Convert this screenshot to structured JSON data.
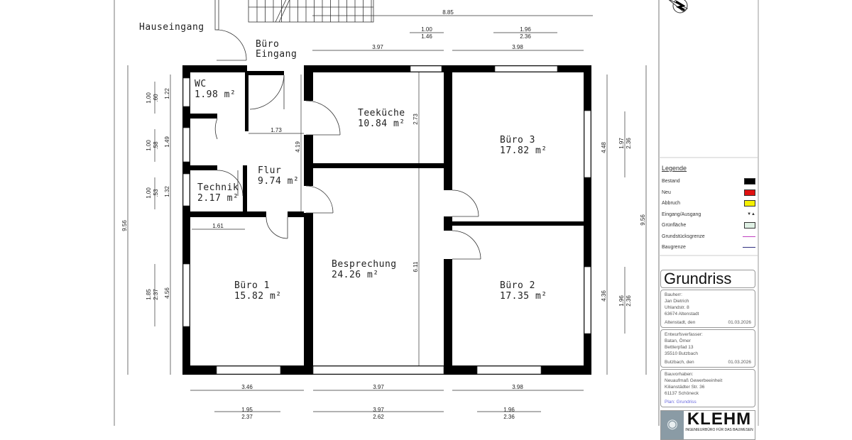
{
  "labels": {
    "hauseingang": "Hauseingang",
    "buero_eingang_1": "Büro",
    "buero_eingang_2": "Eingang"
  },
  "rooms": [
    {
      "name": "WC",
      "area": "1.98  m²"
    },
    {
      "name": "Teeküche",
      "area": "10.84  m²"
    },
    {
      "name": "Büro 3",
      "area": "17.82  m²"
    },
    {
      "name": "Flur",
      "area": "9.74  m²"
    },
    {
      "name": "Technik",
      "area": "2.17  m²"
    },
    {
      "name": "Besprechung",
      "area": "24.26  m²"
    },
    {
      "name": "Büro 1",
      "area": "15.82  m²"
    },
    {
      "name": "Büro 2",
      "area": "17.35  m²"
    }
  ],
  "dimensions": {
    "top_total": "8.85",
    "top_win1_a": "1.00",
    "top_win1_b": "1.46",
    "top_win2_a": "1.96",
    "top_win2_b": "2.36",
    "top_teekueche": "3.97",
    "top_buero3": "3.98",
    "left_total": "9.56",
    "left_wc": "1.22",
    "left_wc_win_a": "1.00",
    "left_wc_win_b": ".60",
    "left_mid": "1.49",
    "left_mid_win_a": "1.00",
    "left_mid_win_b": ".58",
    "left_tech": "1.32",
    "left_tech_win_a": "1.00",
    "left_tech_win_b": ".53",
    "left_buero1": "4.56",
    "left_b1_win_a": "1.85",
    "left_b1_win_b": "2.37",
    "flur_width": "1.73",
    "flur_height": "4.19",
    "teekueche_depth": "2.73",
    "besprechung_depth": "6.11",
    "buero1_inner": "1.61",
    "right_total": "9.56",
    "right_b3": "4.48",
    "right_b3_win_a": "1.97",
    "right_b3_win_b": "2.36",
    "right_b2": "4.36",
    "right_b2_win_a": "1.96",
    "right_b2_win_b": "2.36",
    "bottom_b1": "3.46",
    "bottom_bes": "3.97",
    "bottom_b2": "3.98",
    "bottom_win1_a": "1.95",
    "bottom_win1_b": "2.37",
    "bottom_win2_a": "3.97",
    "bottom_win2_b": "2.62",
    "bottom_win3_a": "1.96",
    "bottom_win3_b": "2.36"
  },
  "legend": {
    "title": "Legende",
    "items": [
      {
        "label": "Bestand",
        "kind": "swatch",
        "color": "#000000"
      },
      {
        "label": "Neu",
        "kind": "swatch",
        "color": "#e01010"
      },
      {
        "label": "Abbruch",
        "kind": "swatch",
        "color": "#f5f000"
      },
      {
        "label": "Eingang/Ausgang",
        "kind": "symbol",
        "symbol": "▼▲"
      },
      {
        "label": "Grünfläche",
        "kind": "swatch",
        "color": "#dff0e4"
      },
      {
        "label": "Grundstücksgrenze",
        "kind": "line",
        "color": "#c040c0"
      },
      {
        "label": "Baugrenze",
        "kind": "line",
        "color": "#303080"
      }
    ]
  },
  "title_block": {
    "title": "Grundriss",
    "bauherr": {
      "heading": "Bauherr:",
      "name": "Jan Dietrich",
      "street": "Uhlandstr. 8",
      "city": "63674 Altenstadt",
      "place": "Altenstadt, den",
      "date": "01.03.2026"
    },
    "verfasser": {
      "heading": "Entwurfsverfasser:",
      "name": "Batan, Ömer",
      "street": "Bettlerpfad 13",
      "city": "35510 Butzbach",
      "place": "Butzbach, den",
      "date": "01.03.2026"
    },
    "vorhaben": {
      "heading": "Bauvorhaben:",
      "line1": "Neuaufmaß Gewerbeeinheit",
      "line2": "Kilianstädter Str. 36",
      "line3": "61137 Schöneck",
      "plan": "Plan: Grundriss"
    },
    "logo": {
      "brand": "KLEHM",
      "subtitle": "INGENIEURBÜRO FÜR DAS BAUWESEN"
    }
  },
  "icons": {
    "north_arrow": "north-arrow-icon"
  }
}
